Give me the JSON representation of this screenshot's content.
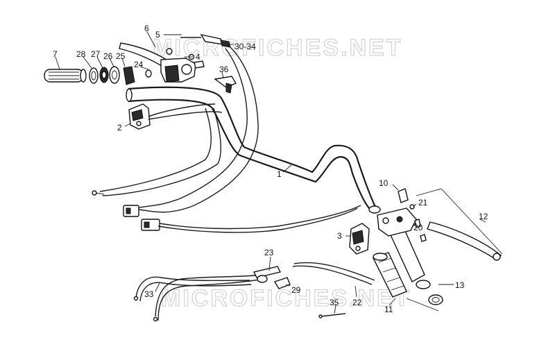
{
  "watermark": "MICROFICHES.NET",
  "callouts": [
    {
      "id": "c1",
      "text": "1"
    },
    {
      "id": "c2",
      "text": "2"
    },
    {
      "id": "c3",
      "text": "3"
    },
    {
      "id": "c4",
      "text": "4"
    },
    {
      "id": "c5",
      "text": "5"
    },
    {
      "id": "c6",
      "text": "6"
    },
    {
      "id": "c7",
      "text": "7"
    },
    {
      "id": "c10",
      "text": "10"
    },
    {
      "id": "c11",
      "text": "11"
    },
    {
      "id": "c12",
      "text": "12"
    },
    {
      "id": "c13",
      "text": "13"
    },
    {
      "id": "c20",
      "text": "20"
    },
    {
      "id": "c21",
      "text": "21"
    },
    {
      "id": "c22",
      "text": "22"
    },
    {
      "id": "c23",
      "text": "23"
    },
    {
      "id": "c24",
      "text": "24"
    },
    {
      "id": "c25",
      "text": "25"
    },
    {
      "id": "c26",
      "text": "26"
    },
    {
      "id": "c27",
      "text": "27"
    },
    {
      "id": "c28",
      "text": "28"
    },
    {
      "id": "c29",
      "text": "29"
    },
    {
      "id": "c30_34",
      "text": "30-34"
    },
    {
      "id": "c33",
      "text": "33"
    },
    {
      "id": "c35",
      "text": "35"
    },
    {
      "id": "c36",
      "text": "36"
    }
  ]
}
